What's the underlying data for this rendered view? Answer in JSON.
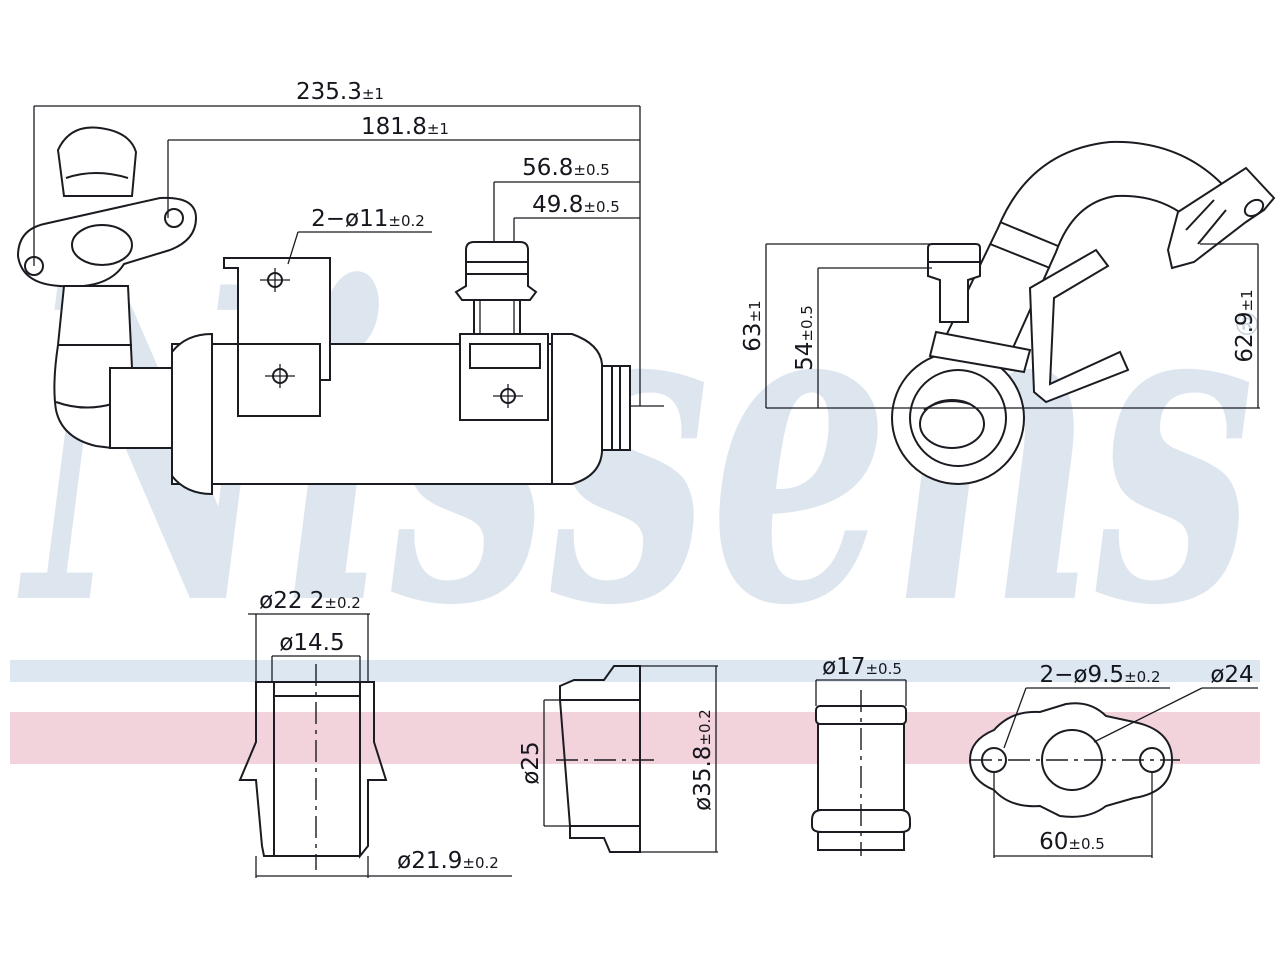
{
  "watermark": {
    "text": "Nissens",
    "registered_mark": "®",
    "color": "#dde6ef",
    "stripe_blue": "#dce7f1",
    "stripe_red": "#f2d3db"
  },
  "dimensions": {
    "overall_length": {
      "value": "235.3",
      "tol": "±1"
    },
    "flange_hole_to_end": {
      "value": "181.8",
      "tol": "±1"
    },
    "outlet_offset_a": {
      "value": "56.8",
      "tol": "±0.5"
    },
    "outlet_offset_b": {
      "value": "49.8",
      "tol": "±0.5"
    },
    "bracket_holes": {
      "value": "2−ø11",
      "tol": "±0.2"
    },
    "side_height_63": {
      "value": "63",
      "tol": "±1"
    },
    "side_height_54": {
      "value": "54",
      "tol": "±0.5"
    },
    "side_height_629": {
      "value": "62.9",
      "tol": "±1"
    },
    "pipe_outer": {
      "value": "ø22 2",
      "tol": "±0.2"
    },
    "pipe_inner": {
      "value": "ø14.5"
    },
    "pipe_base": {
      "value": "ø21.9",
      "tol": "±0.2"
    },
    "nozzle_inner": {
      "value": "ø25"
    },
    "nozzle_outer": {
      "value": "ø35.8",
      "tol": "±0.2"
    },
    "stub_dia": {
      "value": "ø17",
      "tol": "±0.5"
    },
    "flange_holes": {
      "value": "2−ø9.5",
      "tol": "±0.2"
    },
    "flange_bore": {
      "value": "ø24"
    },
    "flange_spacing": {
      "value": "60",
      "tol": "±0.5"
    }
  }
}
